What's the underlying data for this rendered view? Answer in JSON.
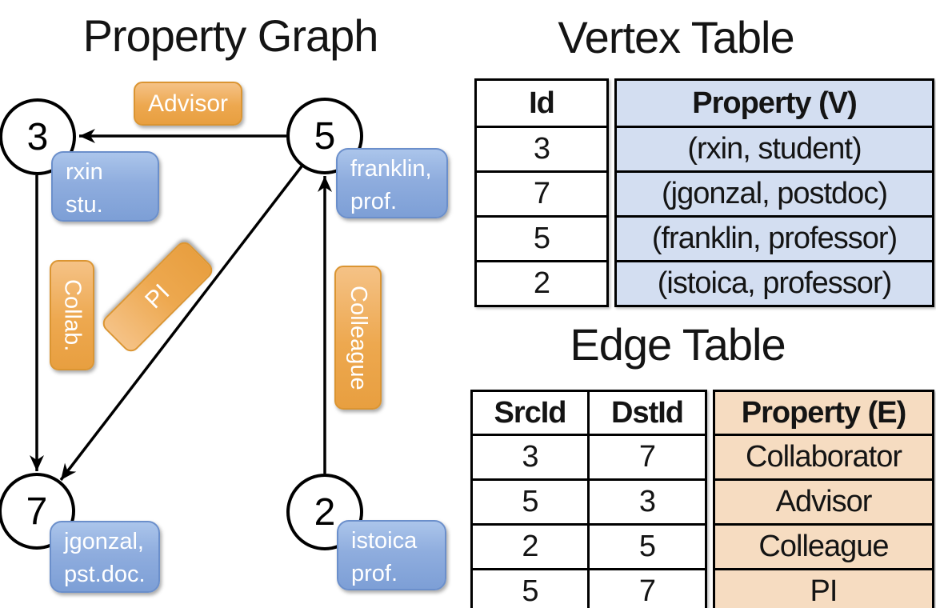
{
  "colors": {
    "edge_label_orange": "#eda84f",
    "node_property_blue": "#8fadde",
    "vertex_property_bg": "#d3def1",
    "edge_property_bg": "#f6dcc1",
    "line_black": "#000000",
    "text_white": "#ffffff"
  },
  "graph": {
    "title": "Property Graph",
    "nodes": [
      {
        "id": "3",
        "prop_line1": "rxin",
        "prop_line2": "stu."
      },
      {
        "id": "5",
        "prop_line1": "franklin,",
        "prop_line2": "prof."
      },
      {
        "id": "7",
        "prop_line1": "jgonzal,",
        "prop_line2": "pst.doc."
      },
      {
        "id": "2",
        "prop_line1": "istoica",
        "prop_line2": "prof."
      }
    ],
    "edge_labels": {
      "advisor": "Advisor",
      "collab": "Collab.",
      "pi": "PI",
      "colleague": "Colleague"
    }
  },
  "vertex_table": {
    "title": "Vertex Table",
    "columns": [
      "Id",
      "Property (V)"
    ],
    "rows": [
      [
        "3",
        "(rxin, student)"
      ],
      [
        "7",
        "(jgonzal, postdoc)"
      ],
      [
        "5",
        "(franklin, professor)"
      ],
      [
        "2",
        "(istoica, professor)"
      ]
    ]
  },
  "edge_table": {
    "title": "Edge Table",
    "columns": [
      "SrcId",
      "DstId",
      "Property (E)"
    ],
    "rows": [
      [
        "3",
        "7",
        "Collaborator"
      ],
      [
        "5",
        "3",
        "Advisor"
      ],
      [
        "2",
        "5",
        "Colleague"
      ],
      [
        "5",
        "7",
        "PI"
      ]
    ]
  }
}
